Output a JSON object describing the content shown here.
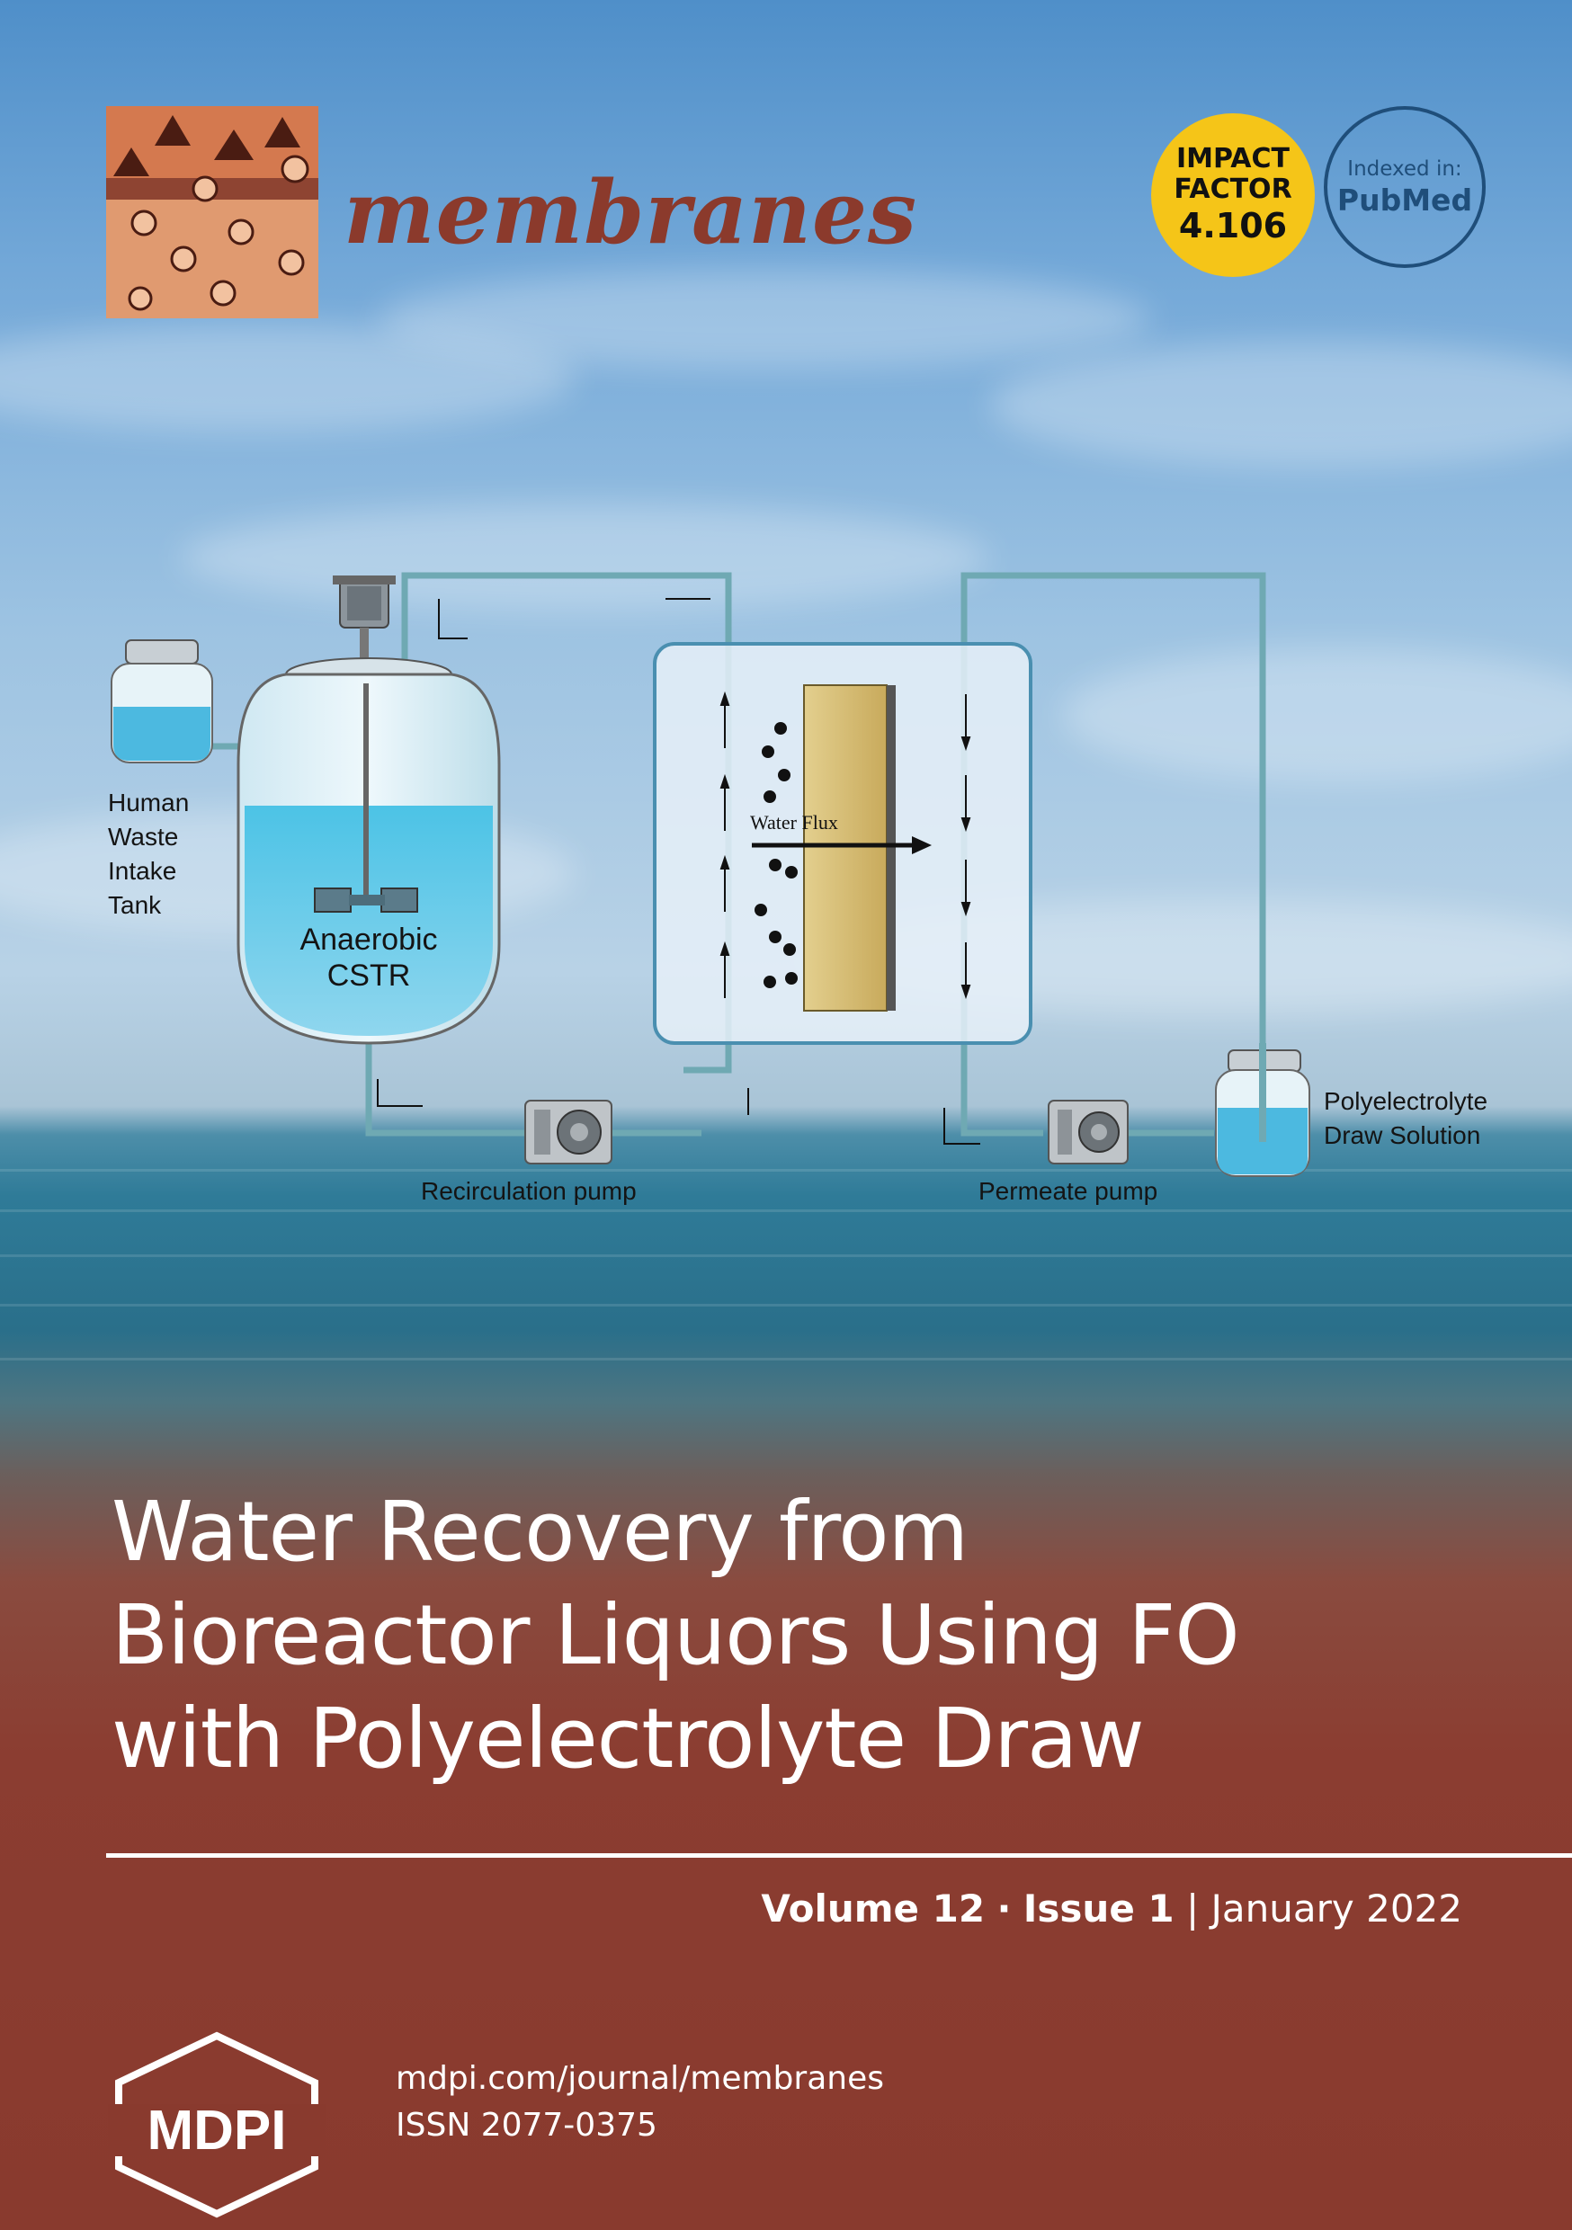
{
  "journal": {
    "name": "membranes",
    "impact_factor": {
      "line1": "IMPACT",
      "line2": "FACTOR",
      "value": "4.106"
    },
    "indexed": {
      "label": "Indexed in:",
      "service": "PubMed"
    }
  },
  "diagram": {
    "intake_tank_label": [
      "Human",
      "Waste",
      "Intake",
      "Tank"
    ],
    "reactor_label": [
      "Anaerobic",
      "CSTR"
    ],
    "water_flux_label": "Water Flux",
    "recirculation_pump_label": "Recirculation pump",
    "permeate_pump_label": "Permeate pump",
    "draw_solution_label": [
      "Polyelectrolyte",
      "Draw Solution"
    ]
  },
  "article": {
    "title_lines": [
      "Water Recovery from",
      "Bioreactor Liquors Using FO",
      "with Polyelectrolyte Draw"
    ]
  },
  "issue": {
    "volume": "Volume 12",
    "separator": "·",
    "issue": "Issue 1",
    "divider": "|",
    "date": "January 2022"
  },
  "publisher": {
    "logo_text": "MDPI",
    "url": "mdpi.com/journal/membranes",
    "issn": "ISSN 2077-0375"
  },
  "colors": {
    "brand_red": "#8b3a2c",
    "impact_yellow": "#f5c518",
    "pubmed_blue": "#1f4e7a"
  }
}
